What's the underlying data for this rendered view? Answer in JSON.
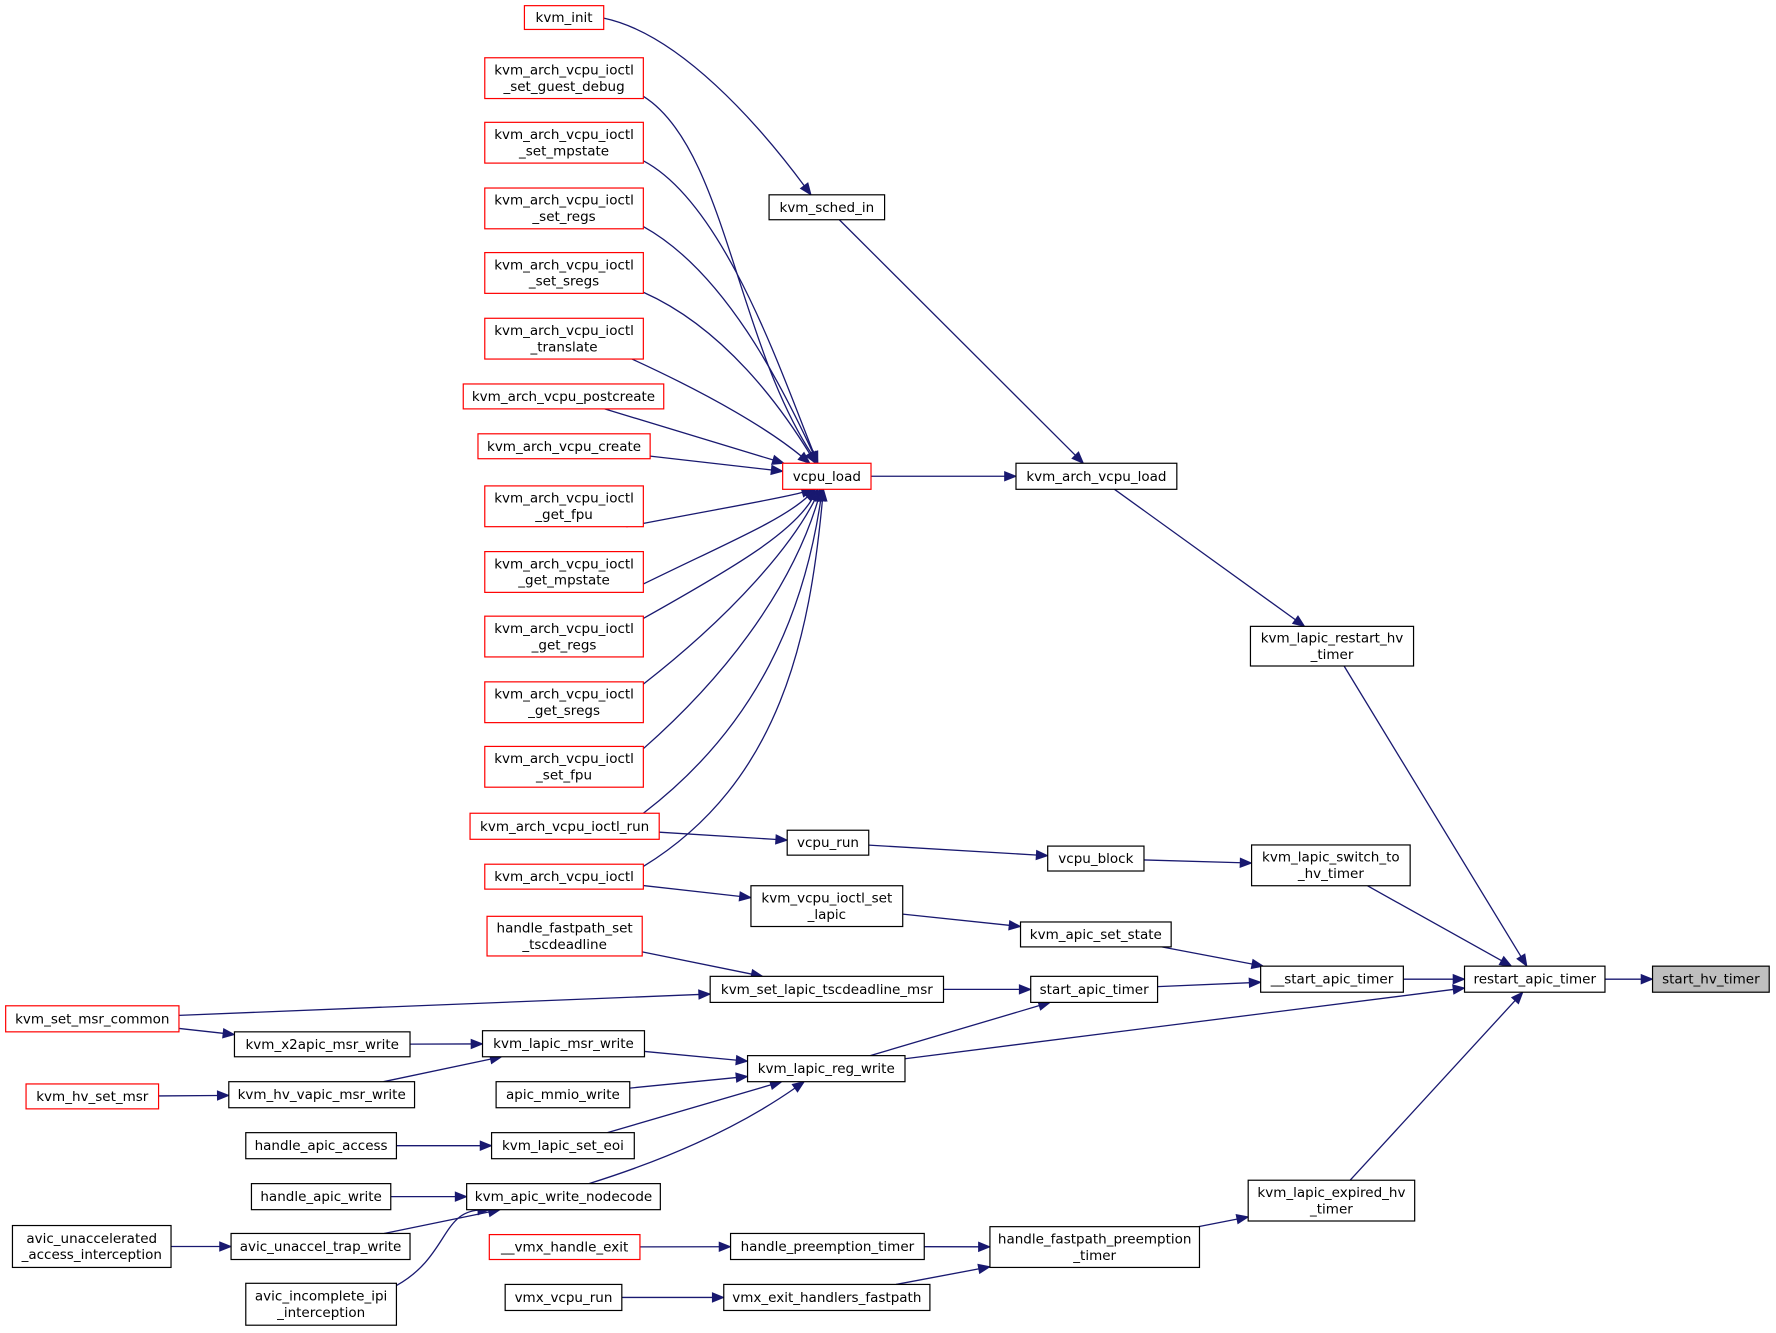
{
  "nodes": [
    {
      "id": "kvm_init",
      "lines": [
        "kvm_init"
      ],
      "style": "red"
    },
    {
      "id": "set_guest_debug",
      "lines": [
        "kvm_arch_vcpu_ioctl",
        "_set_guest_debug"
      ],
      "style": "red"
    },
    {
      "id": "set_mpstate",
      "lines": [
        "kvm_arch_vcpu_ioctl",
        "_set_mpstate"
      ],
      "style": "red"
    },
    {
      "id": "set_regs",
      "lines": [
        "kvm_arch_vcpu_ioctl",
        "_set_regs"
      ],
      "style": "red"
    },
    {
      "id": "set_sregs",
      "lines": [
        "kvm_arch_vcpu_ioctl",
        "_set_sregs"
      ],
      "style": "red"
    },
    {
      "id": "translate",
      "lines": [
        "kvm_arch_vcpu_ioctl",
        "_translate"
      ],
      "style": "red"
    },
    {
      "id": "postcreate",
      "lines": [
        "kvm_arch_vcpu_postcreate"
      ],
      "style": "red"
    },
    {
      "id": "create",
      "lines": [
        "kvm_arch_vcpu_create"
      ],
      "style": "red"
    },
    {
      "id": "get_fpu",
      "lines": [
        "kvm_arch_vcpu_ioctl",
        "_get_fpu"
      ],
      "style": "red"
    },
    {
      "id": "get_mpstate",
      "lines": [
        "kvm_arch_vcpu_ioctl",
        "_get_mpstate"
      ],
      "style": "red"
    },
    {
      "id": "get_regs",
      "lines": [
        "kvm_arch_vcpu_ioctl",
        "_get_regs"
      ],
      "style": "red"
    },
    {
      "id": "get_sregs",
      "lines": [
        "kvm_arch_vcpu_ioctl",
        "_get_sregs"
      ],
      "style": "red"
    },
    {
      "id": "set_fpu",
      "lines": [
        "kvm_arch_vcpu_ioctl",
        "_set_fpu"
      ],
      "style": "red"
    },
    {
      "id": "ioctl_run",
      "lines": [
        "kvm_arch_vcpu_ioctl_run"
      ],
      "style": "red"
    },
    {
      "id": "ioctl",
      "lines": [
        "kvm_arch_vcpu_ioctl"
      ],
      "style": "red"
    },
    {
      "id": "handle_fastpath_tsc",
      "lines": [
        "handle_fastpath_set",
        "_tscdeadline"
      ],
      "style": "red"
    },
    {
      "id": "kvm_set_msr_common",
      "lines": [
        "kvm_set_msr_common"
      ],
      "style": "red"
    },
    {
      "id": "kvm_hv_set_msr",
      "lines": [
        "kvm_hv_set_msr"
      ],
      "style": "red"
    },
    {
      "id": "vmx_handle_exit",
      "lines": [
        "__vmx_handle_exit"
      ],
      "style": "red"
    },
    {
      "id": "vcpu_load",
      "lines": [
        "vcpu_load"
      ],
      "style": "red"
    },
    {
      "id": "kvm_sched_in",
      "lines": [
        "kvm_sched_in"
      ],
      "style": "black"
    },
    {
      "id": "kvm_arch_vcpu_load",
      "lines": [
        "kvm_arch_vcpu_load"
      ],
      "style": "black"
    },
    {
      "id": "kvm_lapic_restart_hv_timer",
      "lines": [
        "kvm_lapic_restart_hv",
        "_timer"
      ],
      "style": "black"
    },
    {
      "id": "vcpu_run",
      "lines": [
        "vcpu_run"
      ],
      "style": "black"
    },
    {
      "id": "vcpu_block",
      "lines": [
        "vcpu_block"
      ],
      "style": "black"
    },
    {
      "id": "kvm_lapic_switch_to_hv_timer",
      "lines": [
        "kvm_lapic_switch_to",
        "_hv_timer"
      ],
      "style": "black"
    },
    {
      "id": "kvm_vcpu_ioctl_set_lapic",
      "lines": [
        "kvm_vcpu_ioctl_set",
        "_lapic"
      ],
      "style": "black"
    },
    {
      "id": "kvm_apic_set_state",
      "lines": [
        "kvm_apic_set_state"
      ],
      "style": "black"
    },
    {
      "id": "kvm_set_lapic_tscdeadline_msr",
      "lines": [
        "kvm_set_lapic_tscdeadline_msr"
      ],
      "style": "black"
    },
    {
      "id": "start_apic_timer",
      "lines": [
        "start_apic_timer"
      ],
      "style": "black"
    },
    {
      "id": "__start_apic_timer",
      "lines": [
        "__start_apic_timer"
      ],
      "style": "black"
    },
    {
      "id": "restart_apic_timer",
      "lines": [
        "restart_apic_timer"
      ],
      "style": "black"
    },
    {
      "id": "start_hv_timer",
      "lines": [
        "start_hv_timer"
      ],
      "style": "gray"
    },
    {
      "id": "kvm_x2apic_msr_write",
      "lines": [
        "kvm_x2apic_msr_write"
      ],
      "style": "black"
    },
    {
      "id": "kvm_lapic_msr_write",
      "lines": [
        "kvm_lapic_msr_write"
      ],
      "style": "black"
    },
    {
      "id": "kvm_lapic_reg_write",
      "lines": [
        "kvm_lapic_reg_write"
      ],
      "style": "black"
    },
    {
      "id": "kvm_hv_vapic_msr_write",
      "lines": [
        "kvm_hv_vapic_msr_write"
      ],
      "style": "black"
    },
    {
      "id": "apic_mmio_write",
      "lines": [
        "apic_mmio_write"
      ],
      "style": "black"
    },
    {
      "id": "handle_apic_access",
      "lines": [
        "handle_apic_access"
      ],
      "style": "black"
    },
    {
      "id": "kvm_lapic_set_eoi",
      "lines": [
        "kvm_lapic_set_eoi"
      ],
      "style": "black"
    },
    {
      "id": "handle_apic_write",
      "lines": [
        "handle_apic_write"
      ],
      "style": "black"
    },
    {
      "id": "kvm_apic_write_nodecode",
      "lines": [
        "kvm_apic_write_nodecode"
      ],
      "style": "black"
    },
    {
      "id": "avic_unaccelerated",
      "lines": [
        "avic_unaccelerated",
        "_access_interception"
      ],
      "style": "black"
    },
    {
      "id": "avic_unaccel_trap_write",
      "lines": [
        "avic_unaccel_trap_write"
      ],
      "style": "black"
    },
    {
      "id": "avic_incomplete_ipi",
      "lines": [
        "avic_incomplete_ipi",
        "_interception"
      ],
      "style": "black"
    },
    {
      "id": "kvm_lapic_expired_hv_timer",
      "lines": [
        "kvm_lapic_expired_hv",
        "_timer"
      ],
      "style": "black"
    },
    {
      "id": "handle_preemption_timer",
      "lines": [
        "handle_preemption_timer"
      ],
      "style": "black"
    },
    {
      "id": "handle_fastpath_preemption_timer",
      "lines": [
        "handle_fastpath_preemption",
        "_timer"
      ],
      "style": "black"
    },
    {
      "id": "vmx_vcpu_run",
      "lines": [
        "vmx_vcpu_run"
      ],
      "style": "black"
    },
    {
      "id": "vmx_exit_handlers_fastpath",
      "lines": [
        "vmx_exit_handlers_fastpath"
      ],
      "style": "black"
    }
  ],
  "edges": [
    [
      "kvm_init",
      "kvm_sched_in"
    ],
    [
      "set_guest_debug",
      "vcpu_load"
    ],
    [
      "set_mpstate",
      "vcpu_load"
    ],
    [
      "set_regs",
      "vcpu_load"
    ],
    [
      "set_sregs",
      "vcpu_load"
    ],
    [
      "translate",
      "vcpu_load"
    ],
    [
      "postcreate",
      "vcpu_load"
    ],
    [
      "create",
      "vcpu_load"
    ],
    [
      "get_fpu",
      "vcpu_load"
    ],
    [
      "get_mpstate",
      "vcpu_load"
    ],
    [
      "get_regs",
      "vcpu_load"
    ],
    [
      "get_sregs",
      "vcpu_load"
    ],
    [
      "set_fpu",
      "vcpu_load"
    ],
    [
      "ioctl_run",
      "vcpu_load"
    ],
    [
      "ioctl",
      "vcpu_load"
    ],
    [
      "vcpu_load",
      "kvm_arch_vcpu_load"
    ],
    [
      "kvm_sched_in",
      "kvm_arch_vcpu_load"
    ],
    [
      "kvm_arch_vcpu_load",
      "kvm_lapic_restart_hv_timer"
    ],
    [
      "kvm_lapic_restart_hv_timer",
      "restart_apic_timer"
    ],
    [
      "ioctl_run",
      "vcpu_run"
    ],
    [
      "vcpu_run",
      "vcpu_block"
    ],
    [
      "vcpu_block",
      "kvm_lapic_switch_to_hv_timer"
    ],
    [
      "kvm_lapic_switch_to_hv_timer",
      "restart_apic_timer"
    ],
    [
      "ioctl",
      "kvm_vcpu_ioctl_set_lapic"
    ],
    [
      "kvm_vcpu_ioctl_set_lapic",
      "kvm_apic_set_state"
    ],
    [
      "kvm_apic_set_state",
      "__start_apic_timer"
    ],
    [
      "handle_fastpath_tsc",
      "kvm_set_lapic_tscdeadline_msr"
    ],
    [
      "kvm_set_msr_common",
      "kvm_set_lapic_tscdeadline_msr"
    ],
    [
      "kvm_set_lapic_tscdeadline_msr",
      "start_apic_timer"
    ],
    [
      "start_apic_timer",
      "__start_apic_timer"
    ],
    [
      "__start_apic_timer",
      "restart_apic_timer"
    ],
    [
      "restart_apic_timer",
      "start_hv_timer"
    ],
    [
      "kvm_set_msr_common",
      "kvm_x2apic_msr_write"
    ],
    [
      "kvm_x2apic_msr_write",
      "kvm_lapic_msr_write"
    ],
    [
      "kvm_hv_set_msr",
      "kvm_hv_vapic_msr_write"
    ],
    [
      "kvm_hv_vapic_msr_write",
      "kvm_lapic_msr_write"
    ],
    [
      "kvm_lapic_msr_write",
      "kvm_lapic_reg_write"
    ],
    [
      "apic_mmio_write",
      "kvm_lapic_reg_write"
    ],
    [
      "handle_apic_access",
      "kvm_lapic_set_eoi"
    ],
    [
      "kvm_lapic_set_eoi",
      "kvm_lapic_reg_write"
    ],
    [
      "handle_apic_write",
      "kvm_apic_write_nodecode"
    ],
    [
      "avic_unaccelerated",
      "avic_unaccel_trap_write"
    ],
    [
      "avic_unaccel_trap_write",
      "kvm_apic_write_nodecode"
    ],
    [
      "avic_incomplete_ipi",
      "kvm_apic_write_nodecode"
    ],
    [
      "kvm_apic_write_nodecode",
      "kvm_lapic_reg_write"
    ],
    [
      "kvm_lapic_reg_write",
      "start_apic_timer"
    ],
    [
      "kvm_lapic_reg_write",
      "restart_apic_timer"
    ],
    [
      "vmx_handle_exit",
      "handle_preemption_timer"
    ],
    [
      "handle_preemption_timer",
      "handle_fastpath_preemption_timer"
    ],
    [
      "vmx_vcpu_run",
      "vmx_exit_handlers_fastpath"
    ],
    [
      "vmx_exit_handlers_fastpath",
      "handle_fastpath_preemption_timer"
    ],
    [
      "handle_fastpath_preemption_timer",
      "kvm_lapic_expired_hv_timer"
    ],
    [
      "kvm_lapic_expired_hv_timer",
      "restart_apic_timer"
    ]
  ],
  "colors": {
    "edge": "#191970",
    "caller_border": "#ff0000",
    "node_border": "#000000",
    "focus_fill": "#bfbfbf"
  }
}
